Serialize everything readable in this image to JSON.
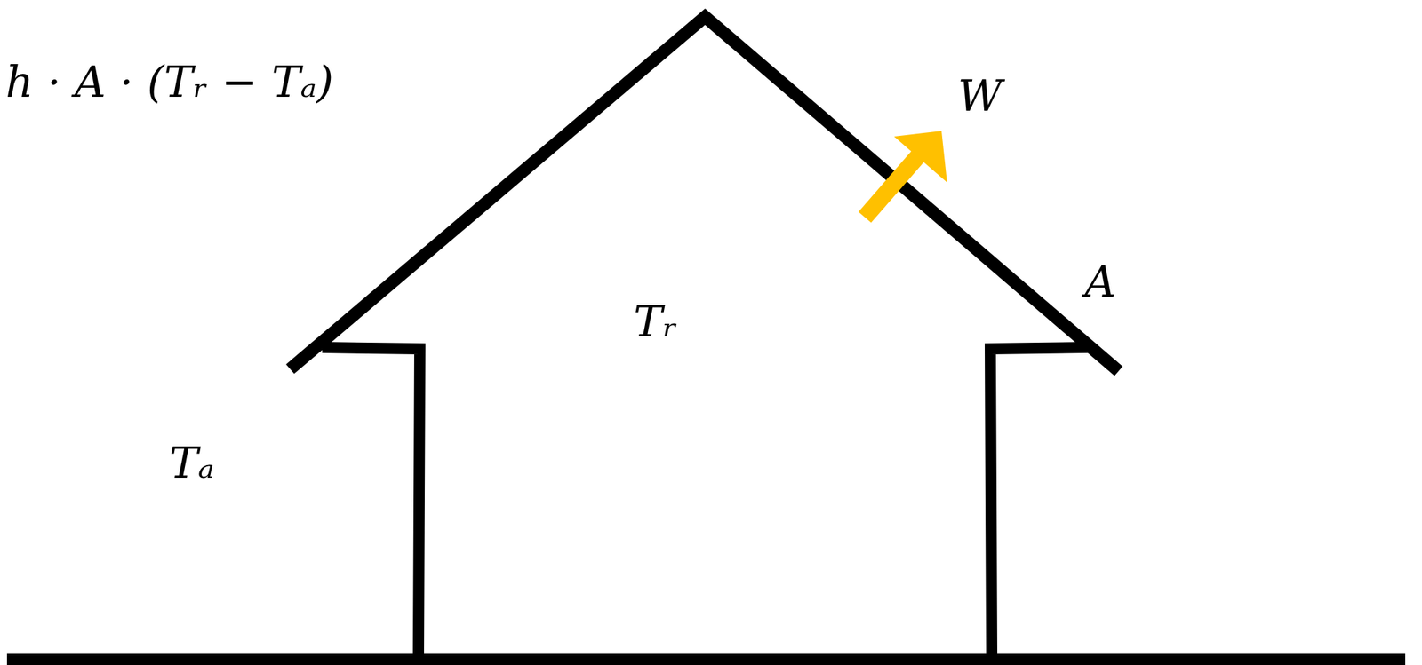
{
  "diagram": {
    "labels": [
      "h · A · (Tᵣ − Tₐ)",
      "W",
      "A",
      "Tᵣ",
      "Tₐ"
    ]
  }
}
